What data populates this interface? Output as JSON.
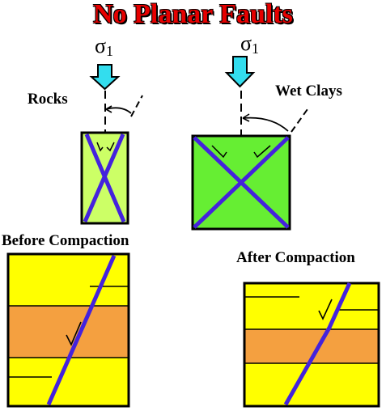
{
  "title": "No Planar Faults",
  "top_left": {
    "stress_symbol": "σ",
    "stress_subscript": "1",
    "label": "Rocks"
  },
  "top_right": {
    "stress_symbol": "σ",
    "stress_subscript": "1",
    "label": "Wet Clays"
  },
  "bottom_left": {
    "label": "Before Compaction"
  },
  "bottom_right": {
    "label": "After Compaction"
  },
  "colors": {
    "title": "#e60000",
    "arrow": "#33ddee",
    "rock_fill": "#ccff66",
    "clay_fill": "#66ee33",
    "fault": "#4422dd",
    "yellow_layer": "#ffff00",
    "orange_layer": "#f4a040"
  }
}
